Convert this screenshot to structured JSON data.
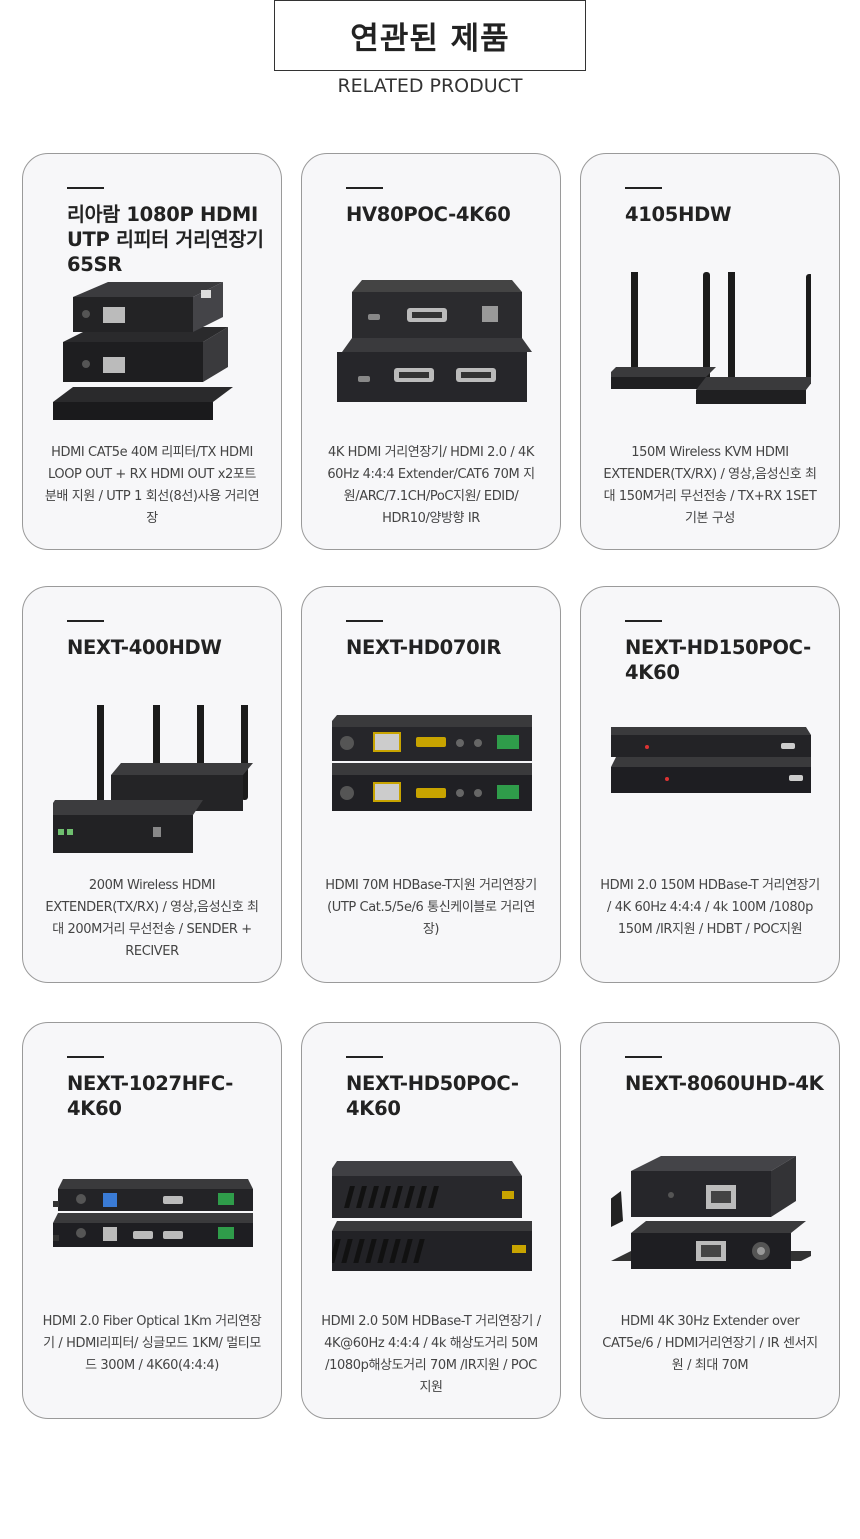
{
  "header": {
    "title": "연관된 제품",
    "subtitle": "RELATED PRODUCT"
  },
  "products": [
    {
      "title": "리아람 1080P HDMI UTP 리피터 거리연장기 65SR",
      "desc": "HDMI CAT5e 40M 리피터/TX HDMI LOOP OUT + RX HDMI OUT x2포트 분배 지원 / UTP 1 회선(8선)사용 거리연장",
      "image": "stacked-extender-boxes"
    },
    {
      "title": "HV80POC-4K60",
      "desc": "4K HDMI 거리연장기/ HDMI 2.0 / 4K 60Hz 4:4:4 Extender/CAT6 70M 지원/ARC/7.1CH/PoC지원/ EDID/ HDR10/양방향 IR",
      "image": "stacked-hdmi-boxes"
    },
    {
      "title": "4105HDW",
      "desc": "150M Wireless KVM HDMI EXTENDER(TX/RX) / 영상,음성신호 최대 150M거리 무선전송 / TX+RX 1SET 기본 구성",
      "image": "wireless-antenna-units"
    },
    {
      "title": "NEXT-400HDW",
      "desc": "200M Wireless HDMI EXTENDER(TX/RX) / 영상,음성신호 최대 200M거리 무선전송 / SENDER + RECIVER",
      "image": "wireless-antenna-units-4"
    },
    {
      "title": "NEXT-HD070IR",
      "desc": "HDMI 70M HDBase-T지원 거리연장기(UTP Cat.5/5e/6 통신케이블로 거리연장)",
      "image": "stacked-hdbaset-boxes"
    },
    {
      "title": "NEXT-HD150POC-4K60",
      "desc": "HDMI 2.0 150M HDBase-T 거리연장기 / 4K 60Hz 4:4:4 / 4k 100M /1080p 150M /IR지원 / HDBT / POC지원",
      "image": "slim-stacked-boxes"
    },
    {
      "title": "NEXT-1027HFC-4K60",
      "desc": "HDMI 2.0 Fiber Optical 1Km 거리연장기 / HDMI리피터/ 싱글모드 1KM/ 멀티모드 300M / 4K60(4:4:4)",
      "image": "fiber-extender-boxes"
    },
    {
      "title": "NEXT-HD50POC-4K60",
      "desc": "HDMI 2.0 50M HDBase-T 거리연장기 / 4K@60Hz 4:4:4 / 4k 해상도거리 50M /1080p해상도거리 70M /IR지원 / POC지원",
      "image": "vented-stacked-boxes"
    },
    {
      "title": "NEXT-8060UHD-4K",
      "desc": "HDMI 4K 30Hz Extender over CAT5e/6 / HDMI거리연장기 / IR 센서지원 / 최대 70M",
      "image": "bracket-stacked-boxes"
    }
  ]
}
